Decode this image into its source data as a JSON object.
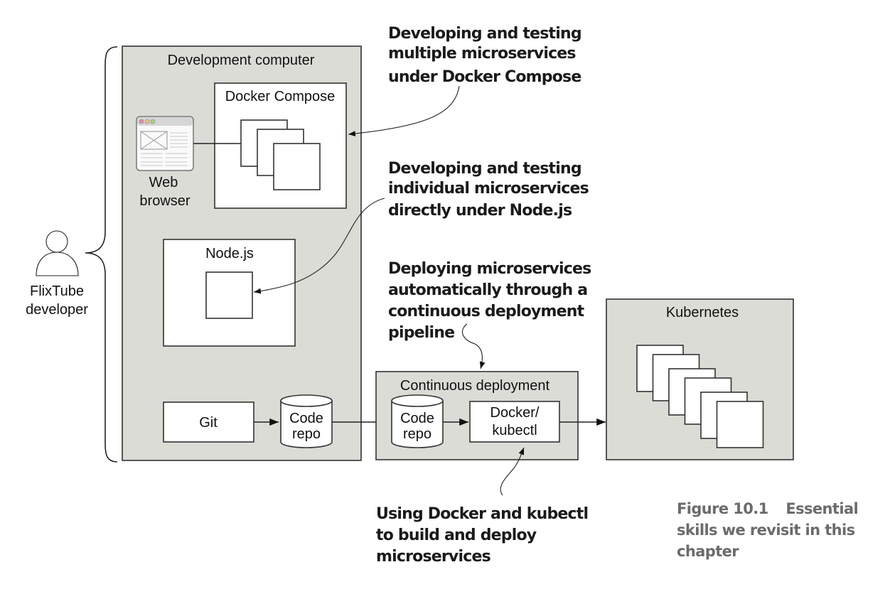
{
  "figure": {
    "caption_label": "Figure 10.1",
    "caption_lines": [
      "Essential",
      "skills we revisit in this",
      "chapter"
    ]
  },
  "actor": {
    "icon": "person-icon",
    "label_lines": [
      "FlixTube",
      "developer"
    ]
  },
  "development_computer": {
    "title": "Development computer",
    "web_browser": {
      "icon": "web-browser-icon",
      "label_lines": [
        "Web",
        "browser"
      ]
    },
    "docker_compose": {
      "title": "Docker Compose",
      "container_count": 3
    },
    "nodejs": {
      "title": "Node.js"
    },
    "git": {
      "label": "Git"
    },
    "code_repo": {
      "label_lines": [
        "Code",
        "repo"
      ]
    }
  },
  "continuous_deployment": {
    "title": "Continuous deployment",
    "code_repo": {
      "label_lines": [
        "Code",
        "repo"
      ]
    },
    "docker_kubectl": {
      "label_lines": [
        "Docker/",
        "kubectl"
      ]
    }
  },
  "kubernetes": {
    "title": "Kubernetes",
    "container_count": 6
  },
  "callouts": [
    {
      "id": "docker-compose",
      "lines": [
        "Developing and testing",
        "multiple microservices",
        "under Docker Compose"
      ]
    },
    {
      "id": "nodejs",
      "lines": [
        "Developing and testing",
        "individual microservices",
        "directly under Node.js"
      ]
    },
    {
      "id": "cd-pipeline",
      "lines": [
        "Deploying microservices",
        "automatically through a",
        "continuous deployment",
        "pipeline"
      ]
    },
    {
      "id": "docker-kubectl",
      "lines": [
        "Using Docker and kubectl",
        "to build and deploy",
        "microservices"
      ]
    }
  ]
}
